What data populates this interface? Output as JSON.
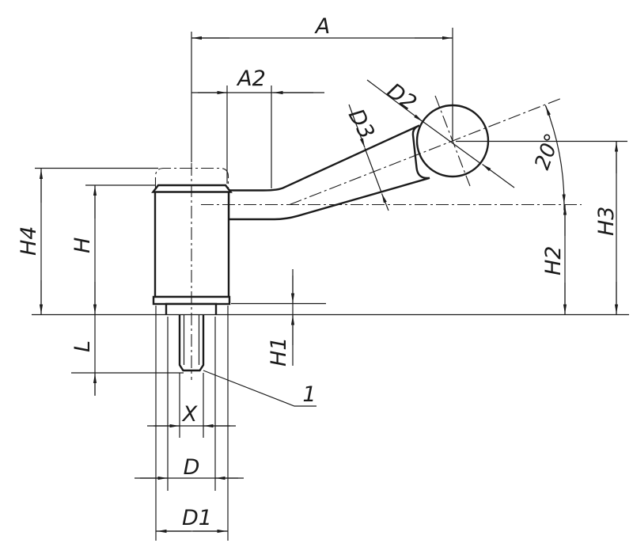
{
  "drawing": {
    "kind": "technical-dimension-drawing",
    "subject": "adjustable tension lever with ball knob, side view",
    "colors": {
      "line": "#1b1b1b",
      "background": "#ffffff"
    },
    "labels": {
      "A": "A",
      "A2": "A2",
      "D2": "D2",
      "D3": "D3",
      "H4": "H4",
      "H": "H",
      "H3": "H3",
      "H2": "H2",
      "H1": "H1",
      "L": "L",
      "X": "X",
      "D": "D",
      "D1": "D1",
      "angle": "20°",
      "item_ref": "1"
    }
  }
}
